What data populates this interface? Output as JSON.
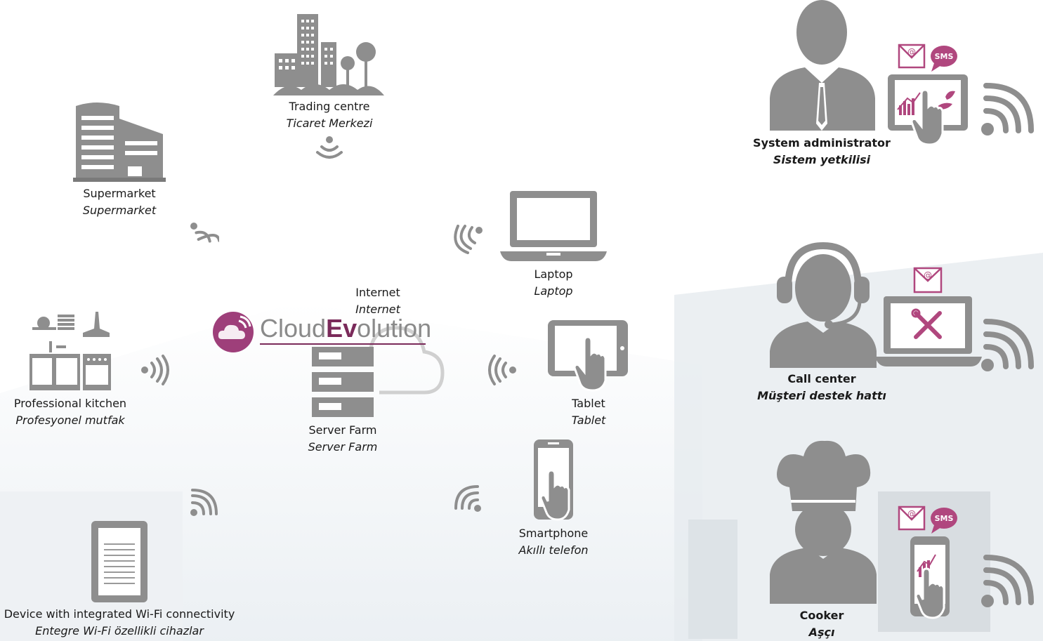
{
  "brand": {
    "logo_first": "Cloud",
    "logo_ev": "Ev",
    "logo_rest": "olution"
  },
  "colors": {
    "icon_gray": "#8e8e8e",
    "accent_magenta": "#b0477e"
  },
  "nodes": {
    "trading_centre": {
      "en": "Trading centre",
      "tr": "Ticaret Merkezi",
      "icon": "city-icon"
    },
    "supermarket": {
      "en": "Supermarket",
      "tr": "Supermarket",
      "icon": "building-icon"
    },
    "kitchen": {
      "en": "Professional kitchen",
      "tr": "Profesyonel mutfak",
      "icon": "kitchen-icon"
    },
    "wifi_device": {
      "en": "Device with integrated Wi-Fi connectivity",
      "tr": "Entegre Wi-Fi özellikli cihazlar",
      "icon": "device-icon"
    },
    "internet": {
      "en": "Internet",
      "tr": "Internet",
      "icon": "cloud-icon"
    },
    "server_farm": {
      "en": "Server Farm",
      "tr": "Server Farm",
      "icon": "server-icon"
    },
    "laptop": {
      "en": "Laptop",
      "tr": "Laptop",
      "icon": "laptop-icon"
    },
    "tablet": {
      "en": "Tablet",
      "tr": "Tablet",
      "icon": "tablet-icon"
    },
    "smartphone": {
      "en": "Smartphone",
      "tr": "Akıllı telefon",
      "icon": "smartphone-icon"
    },
    "sysadmin": {
      "en": "System administrator",
      "tr": "Sistem yetkilisi",
      "icon": "businessman-icon"
    },
    "callcenter": {
      "en": "Call center",
      "tr": "Müşteri destek hattı",
      "icon": "headset-operator-icon"
    },
    "cooker": {
      "en": "Cooker",
      "tr": "Aşçı",
      "icon": "chef-icon"
    }
  },
  "badges": {
    "sms": "SMS",
    "at": "@"
  }
}
